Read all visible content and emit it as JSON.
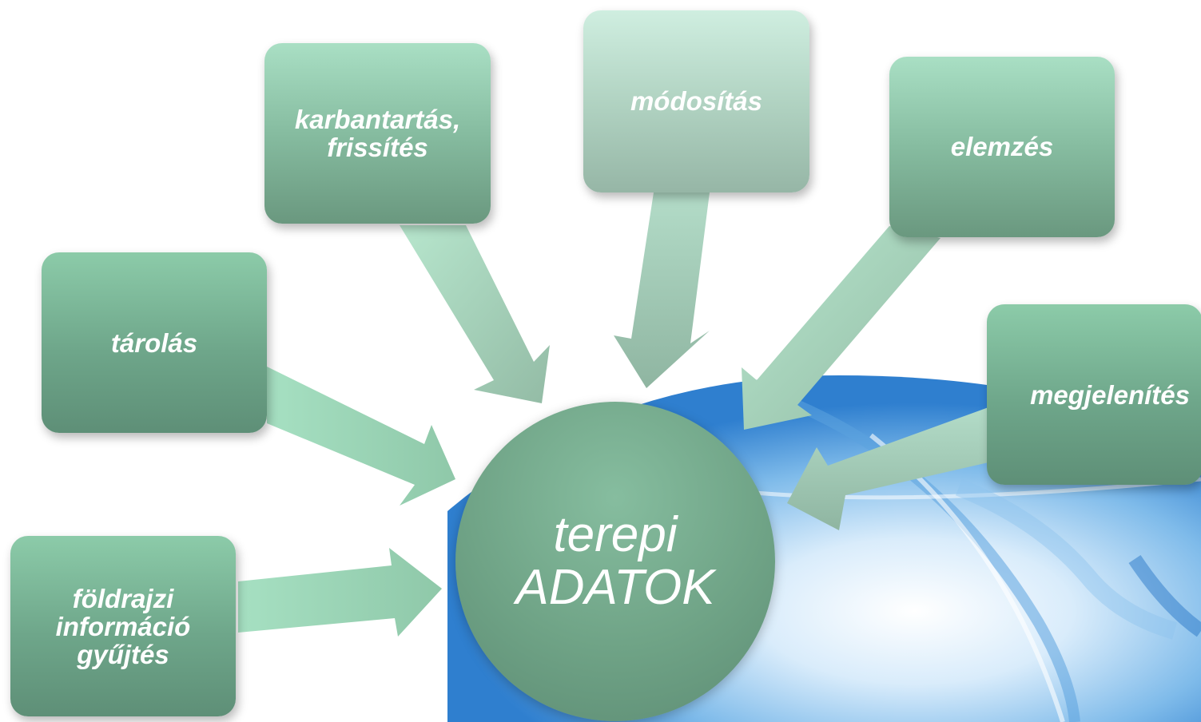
{
  "diagram": {
    "center": {
      "line1": "terepi",
      "line2": "ADATOK"
    },
    "nodes": [
      {
        "id": "gathering",
        "label": "földrajzi\ninformáció\ngyűjtés"
      },
      {
        "id": "storage",
        "label": "tárolás"
      },
      {
        "id": "maintenance",
        "label": "karbantartás,\nfrissítés"
      },
      {
        "id": "modify",
        "label": "módosítás"
      },
      {
        "id": "analysis",
        "label": "elemzés"
      },
      {
        "id": "display",
        "label": "megjelenítés"
      }
    ],
    "colors": {
      "node_green": "#6ea68a",
      "node_light_green": "#b1d3c2",
      "arrow_green": "#9fd5ba",
      "globe_blue": "#4a95d6"
    }
  }
}
